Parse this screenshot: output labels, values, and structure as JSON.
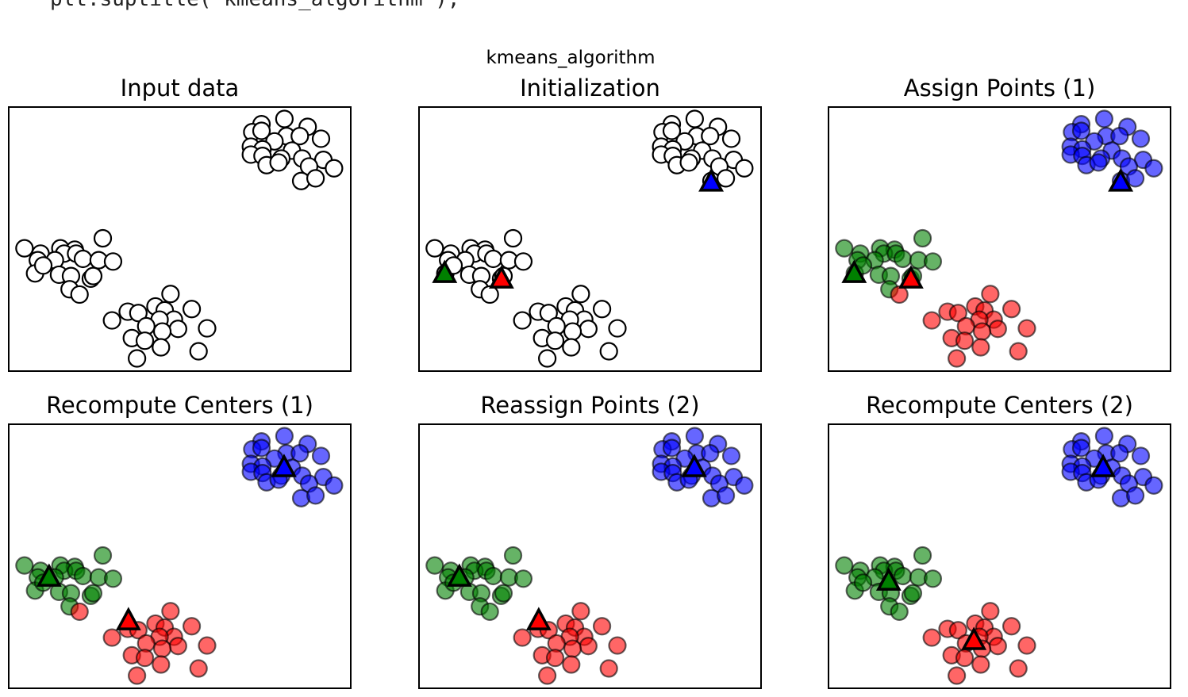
{
  "code_line": "plt.suptitle('kmeans_algorithm');",
  "chart_data": {
    "type": "scatter",
    "suptitle": "kmeans_algorithm",
    "xlim": [
      0,
      10
    ],
    "ylim": [
      0,
      10
    ],
    "axes_ticks": false,
    "colors": {
      "none": "#ffffff",
      "0": "#0000ff",
      "1": "#008000",
      "2": "#ff0000"
    },
    "points": [
      [
        8.06,
        9.55
      ],
      [
        7.39,
        9.35
      ],
      [
        7.12,
        9.05
      ],
      [
        7.39,
        9.1
      ],
      [
        8.74,
        9.25
      ],
      [
        8.12,
        8.9
      ],
      [
        8.51,
        8.9
      ],
      [
        9.13,
        8.8
      ],
      [
        7.77,
        8.7
      ],
      [
        7.08,
        8.5
      ],
      [
        7.42,
        8.4
      ],
      [
        8.28,
        8.35
      ],
      [
        7.08,
        8.2
      ],
      [
        7.42,
        8.15
      ],
      [
        7.97,
        8.05
      ],
      [
        8.58,
        8.05
      ],
      [
        9.2,
        8.0
      ],
      [
        7.54,
        7.8
      ],
      [
        7.89,
        7.9
      ],
      [
        8.78,
        7.75
      ],
      [
        9.51,
        7.68
      ],
      [
        8.55,
        7.2
      ],
      [
        8.97,
        7.3
      ],
      [
        0.46,
        4.65
      ],
      [
        2.75,
        5.03
      ],
      [
        0.93,
        4.45
      ],
      [
        1.51,
        4.65
      ],
      [
        1.93,
        4.6
      ],
      [
        1.62,
        4.45
      ],
      [
        1.97,
        4.45
      ],
      [
        1.35,
        4.2
      ],
      [
        0.85,
        4.2
      ],
      [
        2.17,
        4.25
      ],
      [
        2.63,
        4.2
      ],
      [
        3.05,
        4.15
      ],
      [
        0.77,
        3.7
      ],
      [
        1.47,
        3.65
      ],
      [
        1.82,
        3.6
      ],
      [
        2.4,
        3.5
      ],
      [
        1.78,
        3.1
      ],
      [
        2.07,
        2.9
      ],
      [
        2.47,
        3.6
      ],
      [
        1.01,
        4.0
      ],
      [
        4.73,
        2.92
      ],
      [
        4.29,
        2.45
      ],
      [
        4.56,
        2.3
      ],
      [
        5.35,
        2.35
      ],
      [
        3.02,
        1.92
      ],
      [
        3.48,
        2.25
      ],
      [
        3.79,
        2.2
      ],
      [
        4.83,
        1.95
      ],
      [
        4.41,
        1.95
      ],
      [
        4.02,
        1.7
      ],
      [
        4.95,
        1.6
      ],
      [
        5.8,
        1.62
      ],
      [
        3.6,
        1.25
      ],
      [
        3.98,
        1.15
      ],
      [
        4.49,
        1.5
      ],
      [
        4.45,
        0.9
      ],
      [
        3.75,
        0.48
      ],
      [
        5.55,
        0.75
      ]
    ],
    "panels": [
      {
        "title": "Input data",
        "labels": "none",
        "centers": []
      },
      {
        "title": "Initialization",
        "labels": "none",
        "centers": [
          [
            8.54,
            7.15
          ],
          [
            0.75,
            3.69
          ],
          [
            2.41,
            3.48
          ]
        ]
      },
      {
        "title": "Assign Points (1)",
        "labels": "assign1",
        "centers": [
          [
            8.54,
            7.15
          ],
          [
            0.75,
            3.69
          ],
          [
            2.41,
            3.48
          ]
        ]
      },
      {
        "title": "Recompute Centers (1)",
        "labels": "assign1",
        "centers": [
          [
            8.05,
            8.35
          ],
          [
            1.18,
            4.2
          ],
          [
            3.5,
            2.55
          ]
        ]
      },
      {
        "title": "Reassign Points (2)",
        "labels": "assign2",
        "centers": [
          [
            8.05,
            8.35
          ],
          [
            1.18,
            4.2
          ],
          [
            3.5,
            2.55
          ]
        ]
      },
      {
        "title": "Recompute Centers (2)",
        "labels": "assign2",
        "centers": [
          [
            8.03,
            8.35
          ],
          [
            1.76,
            4.05
          ],
          [
            4.25,
            1.8
          ]
        ]
      }
    ],
    "label_sets": {
      "assign1": [
        0,
        0,
        0,
        0,
        0,
        0,
        0,
        0,
        0,
        0,
        0,
        0,
        0,
        0,
        0,
        0,
        0,
        0,
        0,
        0,
        0,
        0,
        0,
        1,
        1,
        1,
        1,
        1,
        1,
        1,
        1,
        1,
        1,
        1,
        1,
        1,
        1,
        1,
        1,
        1,
        2,
        1,
        1,
        2,
        2,
        2,
        2,
        2,
        2,
        2,
        2,
        2,
        2,
        2,
        2,
        2,
        2,
        2,
        2,
        2,
        2
      ],
      "assign2": [
        0,
        0,
        0,
        0,
        0,
        0,
        0,
        0,
        0,
        0,
        0,
        0,
        0,
        0,
        0,
        0,
        0,
        0,
        0,
        0,
        0,
        0,
        0,
        1,
        1,
        1,
        1,
        1,
        1,
        1,
        1,
        1,
        1,
        1,
        1,
        1,
        1,
        1,
        1,
        1,
        1,
        1,
        1,
        2,
        2,
        2,
        2,
        2,
        2,
        2,
        2,
        2,
        2,
        2,
        2,
        2,
        2,
        2,
        2,
        2,
        2
      ]
    }
  }
}
